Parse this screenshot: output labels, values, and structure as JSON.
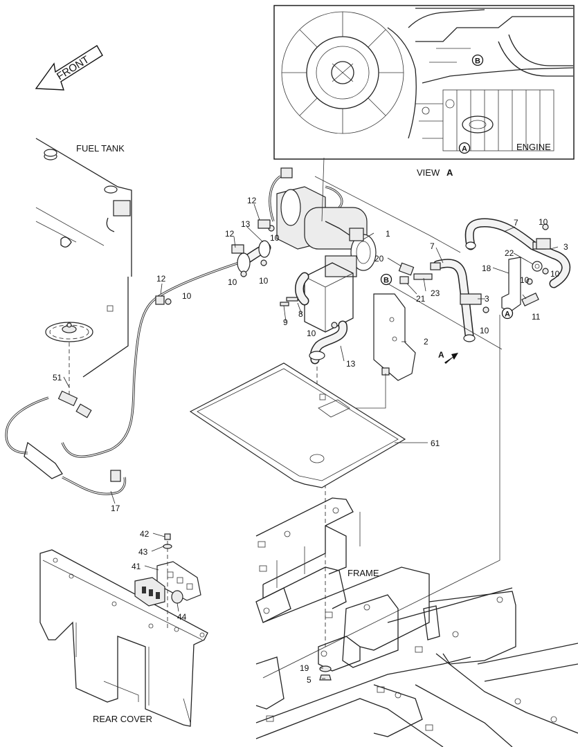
{
  "labels": {
    "front": "FRONT",
    "fuel_tank": "FUEL TANK",
    "engine": "ENGINE",
    "view_prefix": "VIEW",
    "view_letter": "A",
    "frame": "FRAME",
    "rear_cover": "REAR COVER",
    "marker_a": "A",
    "marker_b": "B",
    "arrow_a": "A"
  },
  "callouts": {
    "c1": "1",
    "c2": "2",
    "c3a": "3",
    "c3b": "3",
    "c5": "5",
    "c7a": "7",
    "c7b": "7",
    "c8": "8",
    "c9": "9",
    "c10a": "10",
    "c10b": "10",
    "c10c": "10",
    "c10d": "10",
    "c10e": "10",
    "c10f": "10",
    "c10g": "10",
    "c10h": "10",
    "c10i": "10",
    "c11": "11",
    "c12a": "12",
    "c12b": "12",
    "c12c": "12",
    "c13a": "13",
    "c13b": "13",
    "c17": "17",
    "c18": "18",
    "c19": "19",
    "c20": "20",
    "c21": "21",
    "c22": "22",
    "c23": "23",
    "c41": "41",
    "c42": "42",
    "c43": "43",
    "c44": "44",
    "c51": "51",
    "c61": "61"
  }
}
